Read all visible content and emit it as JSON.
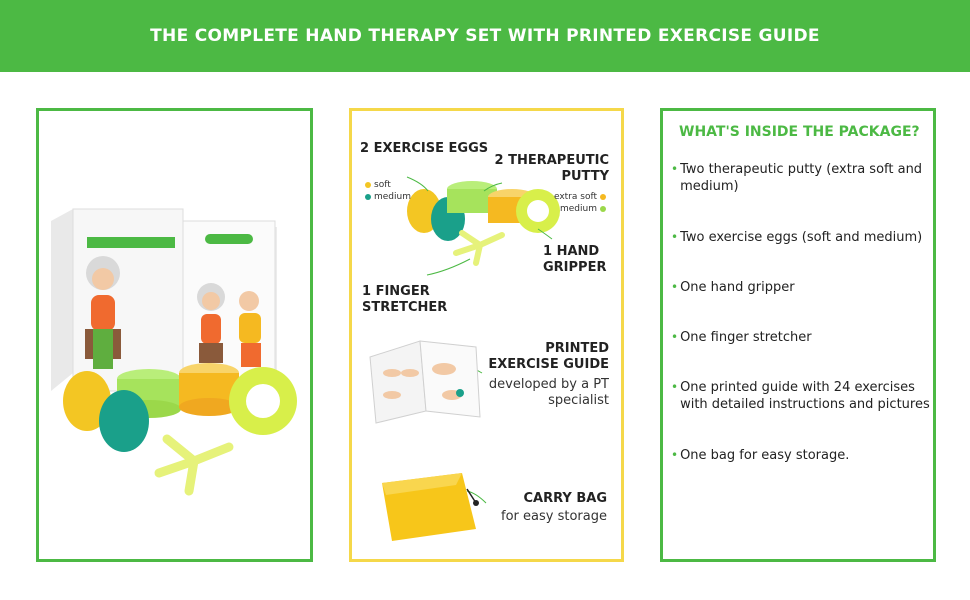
{
  "banner": {
    "title": "THE COMPLETE HAND THERAPY SET WITH PRINTED EXERCISE GUIDE"
  },
  "product_box": {
    "title": "HAND, FINGER AND GRIP STRENGTH",
    "subtitle": "HAND THERAPY COMPLETE EXERCISE KIT",
    "guide_title": "EXERCISE GUIDE",
    "guide_subtitle": "Hand, Finger and Grip Strength Exercises"
  },
  "kit": {
    "eggs_label": "2 EXERCISE EGGS",
    "eggs_legend": [
      "soft",
      "medium"
    ],
    "putty_label": "2 THERAPEUTIC PUTTY",
    "putty_legend": [
      "extra soft",
      "medium"
    ],
    "gripper_label": "1 HAND GRIPPER",
    "stretcher_label": "1 FINGER STRETCHER",
    "guide_label": "PRINTED EXERCISE GUIDE",
    "guide_sub": "developed by a PT specialist",
    "bag_label": "CARRY BAG",
    "bag_sub": "for easy storage"
  },
  "package": {
    "title": "WHAT'S INSIDE THE PACKAGE?",
    "items": [
      "Two therapeutic putty (extra soft and medium)",
      "Two exercise eggs (soft and medium)",
      "One hand gripper",
      "One finger stretcher",
      "One printed guide with 24 exercises with detailed instructions and pictures",
      "One bag for easy storage."
    ]
  },
  "colors": {
    "green": "#4cb944",
    "yellow": "#f5d84a",
    "soft": "#f3c623",
    "medium": "#1aa08a",
    "putty_extra_soft": "#f5b921",
    "putty_medium": "#9bd84a"
  }
}
